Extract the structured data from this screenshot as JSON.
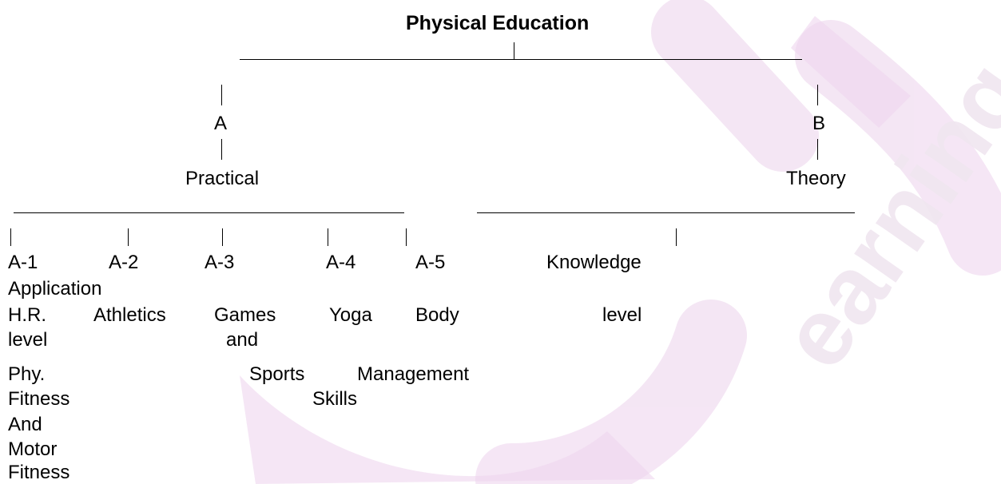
{
  "title": "Physical Education",
  "branches": {
    "a_letter": "A",
    "a_label": "Practical",
    "b_letter": "B",
    "b_label": "Theory"
  },
  "practical_codes": [
    "A-1",
    "A-2",
    "A-3",
    "A-4",
    "A-5"
  ],
  "knowledge_label": "Knowledge",
  "lines": {
    "application": "Application",
    "row_hr": "H.R.",
    "athletics": "Athletics",
    "games": "Games",
    "yoga": "Yoga",
    "body": "Body",
    "level_right": "level",
    "level_left": "level",
    "and_lower": "and",
    "phy": "Phy.",
    "sports": "Sports",
    "management": "Management",
    "fitness1": "Fitness",
    "skills": "Skills",
    "and_upper": "And",
    "motor": "Motor",
    "fitness2": "Fitness"
  },
  "watermark": {
    "text": "BYJU'S The Learning App",
    "color": "#e8c8e8"
  }
}
